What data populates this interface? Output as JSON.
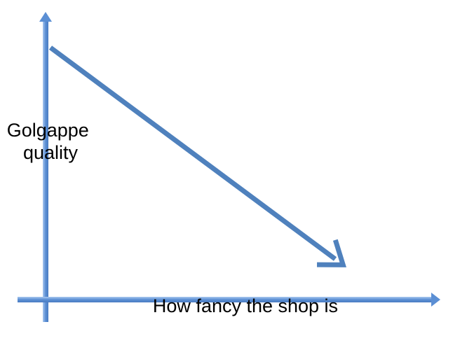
{
  "chart_data": {
    "type": "line",
    "title": "",
    "xlabel": "How fancy the shop is",
    "ylabel_lines": [
      "Golgappe",
      "quality"
    ],
    "series": [
      {
        "x": [
          0,
          1
        ],
        "y": [
          1,
          0
        ]
      }
    ],
    "xlim": [
      0,
      1
    ],
    "ylim": [
      0,
      1
    ],
    "grid": false,
    "legend": "none",
    "colors": {
      "axis": "#5b8fd4",
      "axis_light": "#9cc0ec",
      "trend": "#4f81bd",
      "text": "#000000"
    }
  }
}
